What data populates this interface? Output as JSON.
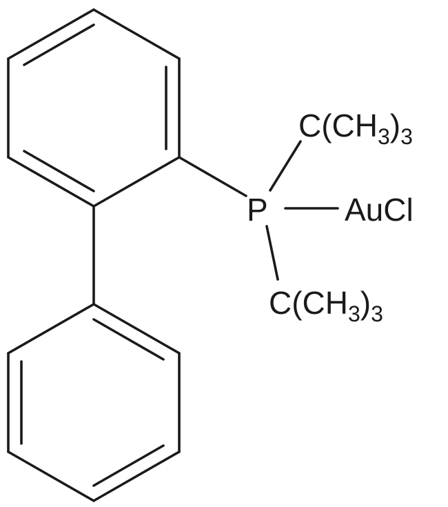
{
  "molecule": {
    "labels": {
      "phosphorus": "P",
      "metal": "AuCl",
      "tbu_top": {
        "main": "C(CH",
        "sub_h": "3",
        "close": ")",
        "sub_n": "3"
      },
      "tbu_bottom": {
        "main": "C(CH",
        "sub_h": "3",
        "close": ")",
        "sub_n": "3"
      }
    },
    "colors": {
      "ink": "#1a1a1a",
      "background": "#ffffff"
    }
  }
}
